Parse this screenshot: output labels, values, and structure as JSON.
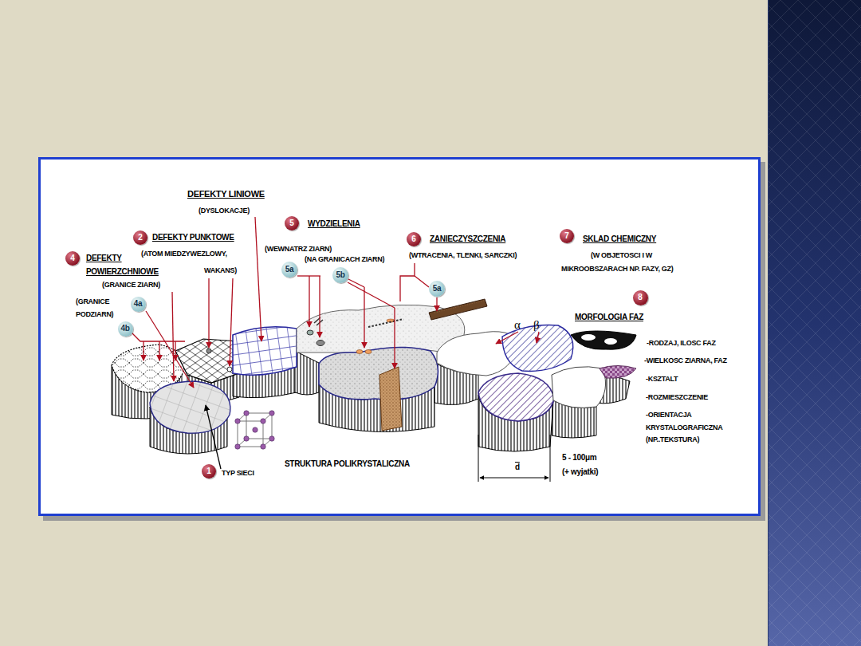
{
  "diagram": {
    "nodes": [
      {
        "text": [
          "5"
        ]
      },
      {
        "text": [
          "7"
        ]
      },
      {
        "text": [
          "2"
        ]
      },
      {
        "text": [
          "6"
        ]
      },
      {
        "text": [
          "4"
        ]
      },
      {
        "text": [
          "5a"
        ]
      },
      {
        "text": [
          "5b"
        ]
      },
      {
        "text": [
          "5a"
        ]
      },
      {
        "text": [
          "8"
        ]
      },
      {
        "text": [
          "4a"
        ]
      },
      {
        "text": [
          "4b"
        ]
      },
      {
        "text": [
          "1"
        ]
      }
    ],
    "labels": [
      "DEFEKTY LINIOWE",
      "(DYSLOKACJE)",
      "WYDZIELENIA",
      "DEFEKTY PUNKTOWE",
      "(ATOM MIEDZYWEZLOWY,",
      "WAKANS)",
      "DEFEKTY",
      "POWIERZCHNIOWE",
      "(GRANICE ZIARN)",
      "(WEWNATRZ ZIARN)",
      "(NA GRANICACH ZIARN)",
      "ZANIECZYSZCZENIA",
      "(WTRACENIA, TLENKI, SARCZKI)",
      "SKLAD CHEMICZNY",
      "(W OBJETOSCI I W",
      "MIKROOBSZARACH NP. FAZY, GZ)",
      "α",
      "β",
      "MORFOLOGIA FAZ",
      "(GRANICE",
      "PODZIARN)",
      "-RODZAJ, ILOSC FAZ",
      "-WIELKOSC ZIARNA, FAZ",
      "-KSZTALT",
      "-ROZMIESZCZENIE",
      "-ORIENTACJA",
      "KRYSTALOGRAFICZNA",
      "(NP..TEKSTURA)",
      "TYP SIECI",
      "STRUKTURA POLIKRYSTALICZNA",
      "d",
      "5 - 100μm",
      "(+ wyjatki)"
    ]
  }
}
